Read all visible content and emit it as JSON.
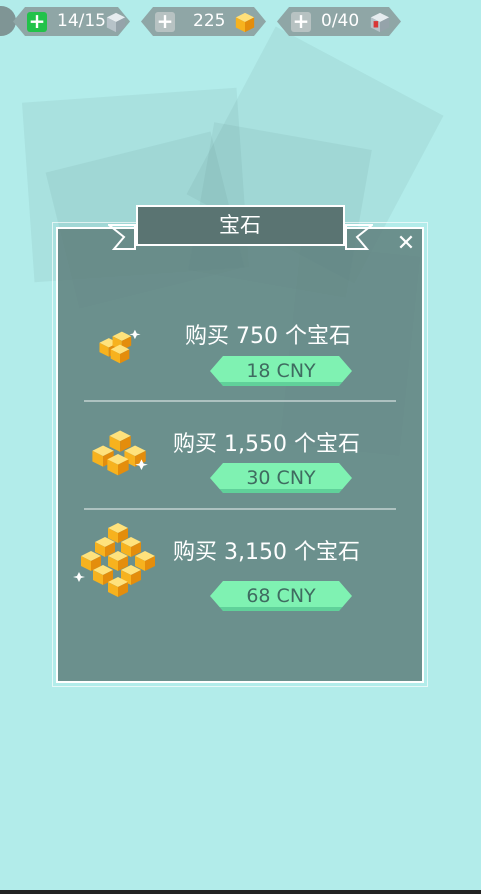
{
  "top_bar": {
    "lives": {
      "value": "14/15",
      "icon": "cube-icon"
    },
    "gems": {
      "value": "225",
      "icon": "gem-icon"
    },
    "keys": {
      "value": "0/40",
      "icon": "cube-key-icon"
    }
  },
  "dialog": {
    "title": "宝石",
    "close_icon": "close-icon",
    "offers": [
      {
        "title": "购买 750 个宝石",
        "price": "18 CNY",
        "icon": "gem-pile-small-icon"
      },
      {
        "title": "购买 1,550 个宝石",
        "price": "30 CNY",
        "icon": "gem-pile-medium-icon"
      },
      {
        "title": "购买 3,150 个宝石",
        "price": "68 CNY",
        "icon": "gem-pile-large-icon"
      }
    ]
  },
  "colors": {
    "background": "#b2ecea",
    "panel": "#5f807e",
    "price_button": "#7ff2b2",
    "plus_green": "#22c24a",
    "gem_gold": "#f5b820"
  }
}
